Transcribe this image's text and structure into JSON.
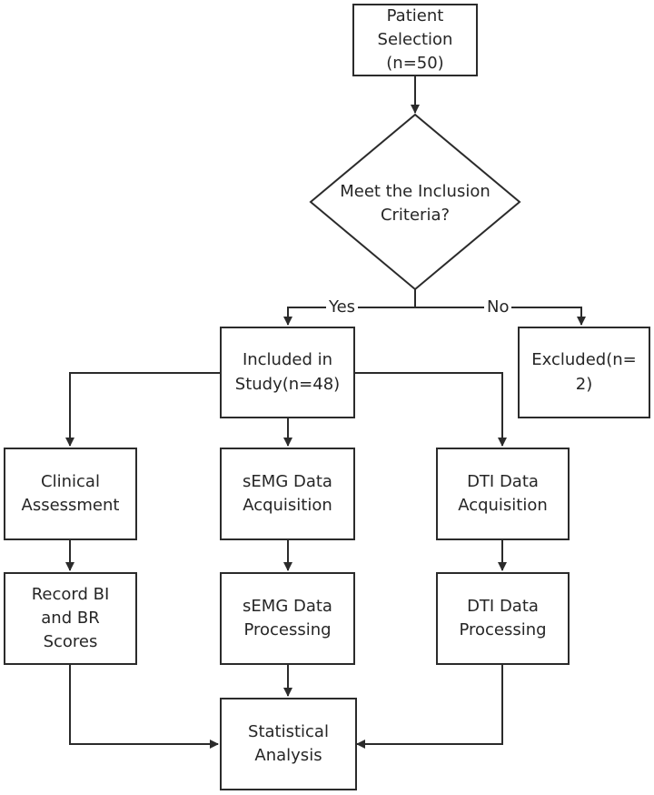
{
  "nodes": {
    "patient_selection": "Patient\nSelection\n(n=50)",
    "inclusion_decision": "Meet the Inclusion\nCriteria?",
    "included": "Included in\nStudy(n=48)",
    "excluded": "Excluded(n=\n2)",
    "clinical_assessment": "Clinical\nAssessment",
    "semg_acquisition": "sEMG Data\nAcquisition",
    "dti_acquisition": "DTI Data\nAcquisition",
    "record_scores": "Record BI\nand BR\nScores",
    "semg_processing": "sEMG Data\nProcessing",
    "dti_processing": "DTI Data\nProcessing",
    "statistical_analysis": "Statistical\nAnalysis"
  },
  "edges": {
    "yes_label": "Yes",
    "no_label": "No"
  },
  "colors": {
    "stroke": "#2b2b2b",
    "text": "#262626",
    "background": "#ffffff"
  }
}
